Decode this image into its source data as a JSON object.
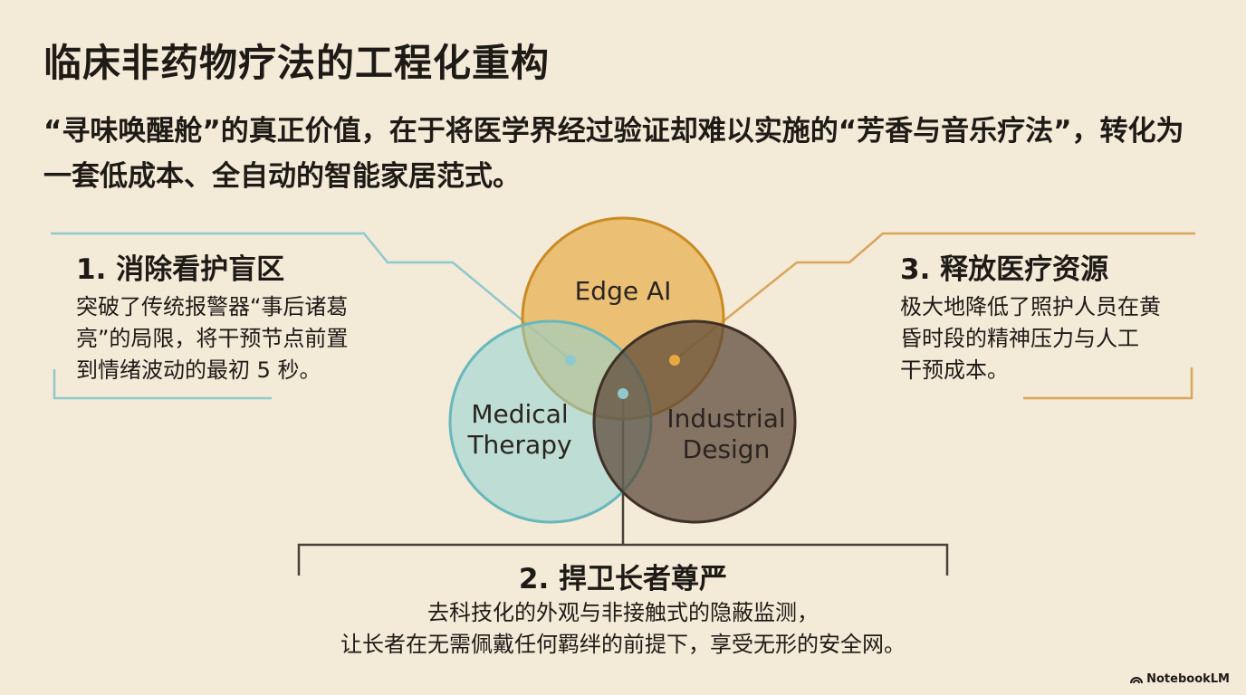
{
  "title": "临床非药物疗法的工程化重构",
  "subtitle": "“寻味唤醒舱”的真正价值，在于将医学界经过验证却难以实施的“芳香与音乐疗法”，转化为一套低成本、全自动的智能家居范式。",
  "venn": {
    "circles": [
      {
        "label": "Edge AI",
        "color": "#e7a93f"
      },
      {
        "label": "Medical Therapy",
        "color": "#8fd1d3"
      },
      {
        "label": "Industrial Design",
        "color": "#5a4638"
      }
    ]
  },
  "boxes": {
    "one": {
      "heading": "1. 消除看护盲区",
      "lines": [
        "突破了传统报警器“事后诸葛",
        "亮”的局限，将干预节点前置",
        "到情绪波动的最初 5 秒。"
      ],
      "line_color": "#8fc9cd"
    },
    "two": {
      "heading": "2. 捍卫长者尊严",
      "lines": [
        "去科技化的外观与非接触式的隐蔽监测，",
        "让长者在无需佩戴任何羁绊的前提下，享受无形的安全网。"
      ],
      "line_color": "#4a4038"
    },
    "three": {
      "heading": "3. 释放医疗资源",
      "lines": [
        "极大地降低了照护人员在黄",
        "昏时段的精神压力与人工",
        "干预成本。"
      ],
      "line_color": "#d9a55a"
    }
  },
  "brand": "NotebookLM"
}
